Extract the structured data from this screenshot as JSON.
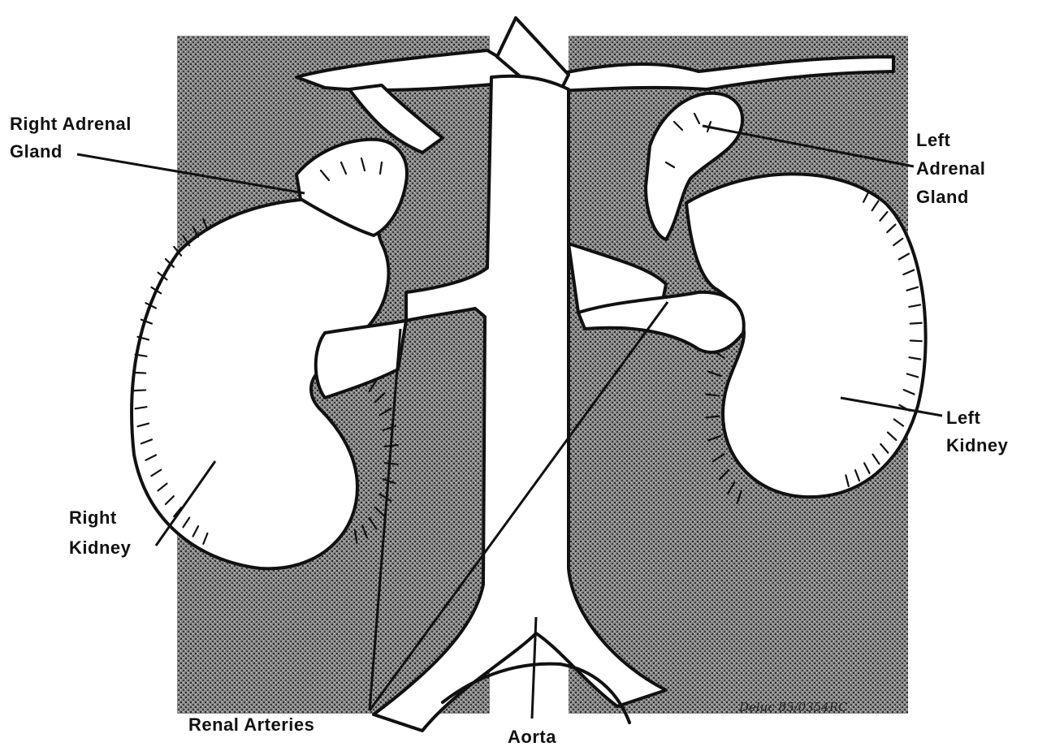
{
  "labels": {
    "right_adrenal_gland": [
      "Right Adrenal",
      "Gland"
    ],
    "left_adrenal_gland": [
      "Left",
      "Adrenal",
      "Gland"
    ],
    "right_kidney": [
      "Right",
      "Kidney"
    ],
    "left_kidney": [
      "Left",
      "Kidney"
    ],
    "renal_arteries": "Renal Arteries",
    "aorta": "Aorta"
  },
  "signature": "Deluc 85/0354RC",
  "colors": {
    "ink": "#111111",
    "background_texture": "#6f6f6f",
    "organ_fill": "#ffffff"
  }
}
